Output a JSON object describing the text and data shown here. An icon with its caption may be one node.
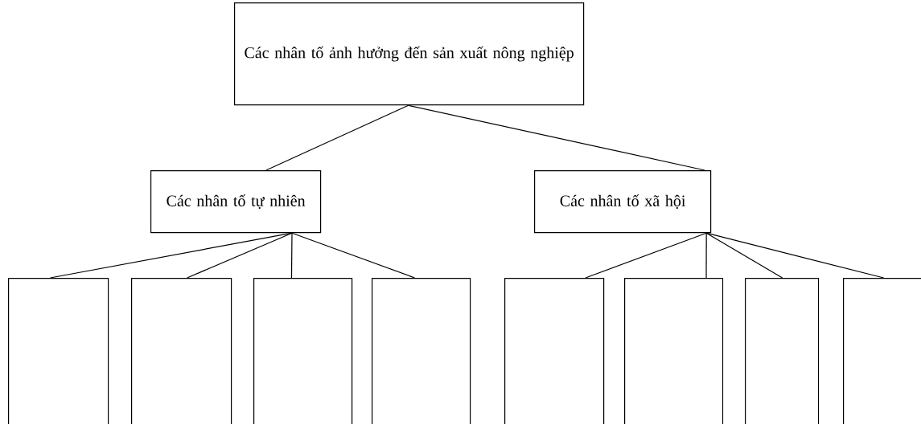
{
  "diagram": {
    "nodes": [
      {
        "text": [
          "Các nhân tố ảnh hưởng đến sản xuất nông nghiệp"
        ]
      },
      {
        "text": [
          "Các nhân tố tự nhiên"
        ]
      },
      {
        "text": [
          "Các nhân tố xã hội"
        ]
      },
      {
        "text": [],
        "shape": "box"
      },
      {
        "text": [],
        "shape": "box"
      },
      {
        "text": [],
        "shape": "box"
      },
      {
        "text": [],
        "shape": "box"
      },
      {
        "text": [],
        "shape": "box"
      },
      {
        "text": [],
        "shape": "box"
      },
      {
        "text": [],
        "shape": "box"
      },
      {
        "text": [],
        "shape": "box"
      }
    ],
    "edges": [
      {
        "from": 0,
        "to": 1,
        "arrow": "none"
      },
      {
        "from": 0,
        "to": 2,
        "arrow": "none"
      },
      {
        "from": 1,
        "to": 3,
        "arrow": "none"
      },
      {
        "from": 1,
        "to": 4,
        "arrow": "none"
      },
      {
        "from": 1,
        "to": 5,
        "arrow": "none"
      },
      {
        "from": 1,
        "to": 6,
        "arrow": "none"
      },
      {
        "from": 2,
        "to": 7,
        "arrow": "none"
      },
      {
        "from": 2,
        "to": 8,
        "arrow": "none"
      },
      {
        "from": 2,
        "to": 9,
        "arrow": "none"
      },
      {
        "from": 2,
        "to": 10,
        "arrow": "none"
      }
    ]
  }
}
